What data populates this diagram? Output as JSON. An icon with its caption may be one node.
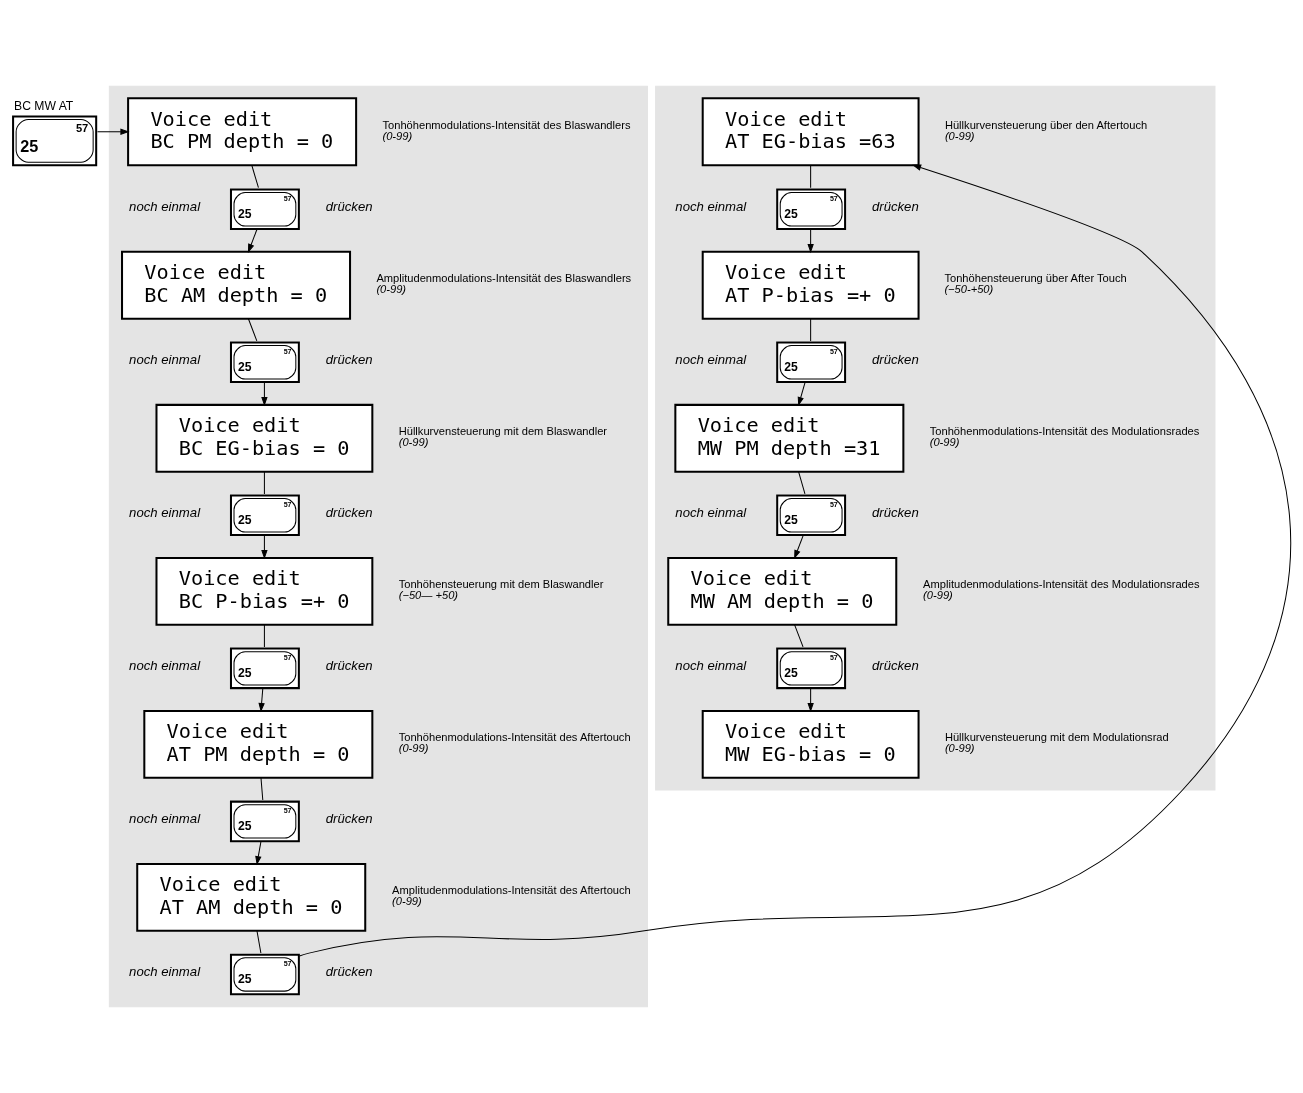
{
  "diagram": {
    "nodes": [
      {
        "text": [
          "BC MW AT",
          "57",
          "25"
        ]
      },
      {
        "text": [],
        "shape": "band"
      },
      {
        "text": [
          "Voice edit",
          "BC PM depth = 0"
        ],
        "in": 1,
        "beside": [
          "Tonhöhenmodulations-Intensität des Blaswandlers",
          "(0-99)"
        ]
      },
      {
        "text": [
          "57",
          "25"
        ],
        "in": 1,
        "beside": [
          "noch einmal",
          "drücken"
        ]
      },
      {
        "text": [
          "Voice edit",
          "BC AM depth = 0"
        ],
        "in": 1,
        "beside": [
          "Amplitudenmodulations-Intensität des Blaswandlers",
          "(0-99)"
        ]
      },
      {
        "text": [
          "57",
          "25"
        ],
        "in": 1,
        "beside": [
          "noch einmal",
          "drücken"
        ]
      },
      {
        "text": [
          "Voice edit",
          "BC EG-bias = 0"
        ],
        "in": 1,
        "beside": [
          "Hüllkurvensteuerung mit dem Blaswandler",
          "(0-99)"
        ]
      },
      {
        "text": [
          "57",
          "25"
        ],
        "in": 1,
        "beside": [
          "noch einmal",
          "drücken"
        ]
      },
      {
        "text": [
          "Voice edit",
          "BC P-bias =+ 0"
        ],
        "in": 1,
        "beside": [
          "Tonhöhensteuerung mit dem Blaswandler",
          "(−50— +50)"
        ]
      },
      {
        "text": [
          "57",
          "25"
        ],
        "in": 1,
        "beside": [
          "noch einmal",
          "drücken"
        ]
      },
      {
        "text": [
          "Voice edit",
          "AT PM depth = 0"
        ],
        "in": 1,
        "beside": [
          "Tonhöhenmodulations-Intensität des Aftertouch",
          "(0-99)"
        ]
      },
      {
        "text": [
          "57",
          "25"
        ],
        "in": 1,
        "beside": [
          "noch einmal",
          "drücken"
        ]
      },
      {
        "text": [
          "Voice edit",
          "AT AM depth = 0"
        ],
        "in": 1,
        "beside": [
          "Amplitudenmodulations-Intensität des Aftertouch",
          "(0-99)"
        ]
      },
      {
        "text": [
          "57",
          "25"
        ],
        "in": 1,
        "beside": [
          "noch einmal",
          "drücken"
        ]
      },
      {
        "text": [],
        "shape": "band"
      },
      {
        "text": [
          "Voice edit",
          "AT EG-bias =63"
        ],
        "in": 14,
        "beside": [
          "Hüllkurvensteuerung über den Aftertouch",
          "(0-99)"
        ]
      },
      {
        "text": [
          "57",
          "25"
        ],
        "in": 14,
        "beside": [
          "noch einmal",
          "drücken"
        ]
      },
      {
        "text": [
          "Voice edit",
          "AT P-bias =+ 0"
        ],
        "in": 14,
        "beside": [
          "Tonhöhensteuerung über After Touch",
          "(−50-+50)"
        ]
      },
      {
        "text": [
          "57",
          "25"
        ],
        "in": 14,
        "beside": [
          "noch einmal",
          "drücken"
        ]
      },
      {
        "text": [
          "Voice edit",
          "MW PM depth =31"
        ],
        "in": 14,
        "beside": [
          "Tonhöhenmodulations-Intensität des Modulationsrades",
          "(0-99)"
        ]
      },
      {
        "text": [
          "57",
          "25"
        ],
        "in": 14,
        "beside": [
          "noch einmal",
          "drücken"
        ]
      },
      {
        "text": [
          "Voice edit",
          "MW AM depth = 0"
        ],
        "in": 14,
        "beside": [
          "Amplitudenmodulations-Intensität des Modulationsrades",
          "(0-99)"
        ]
      },
      {
        "text": [
          "57",
          "25"
        ],
        "in": 14,
        "beside": [
          "noch einmal",
          "drücken"
        ]
      },
      {
        "text": [
          "Voice edit",
          "MW EG-bias = 0"
        ],
        "in": 14,
        "beside": [
          "Hüllkurvensteuerung mit dem Modulationsrad",
          "(0-99)"
        ]
      }
    ],
    "edges": [
      {
        "from": 0,
        "to": 2,
        "arrow": "to"
      },
      {
        "from": 2,
        "to": 3,
        "arrow": "none"
      },
      {
        "from": 3,
        "to": 4,
        "arrow": "to"
      },
      {
        "from": 4,
        "to": 5,
        "arrow": "none"
      },
      {
        "from": 5,
        "to": 6,
        "arrow": "to"
      },
      {
        "from": 6,
        "to": 7,
        "arrow": "none"
      },
      {
        "from": 7,
        "to": 8,
        "arrow": "to"
      },
      {
        "from": 8,
        "to": 9,
        "arrow": "none"
      },
      {
        "from": 9,
        "to": 10,
        "arrow": "to"
      },
      {
        "from": 10,
        "to": 11,
        "arrow": "none"
      },
      {
        "from": 11,
        "to": 12,
        "arrow": "to"
      },
      {
        "from": 12,
        "to": 13,
        "arrow": "none"
      },
      {
        "from": 13,
        "to": 15,
        "arrow": "to"
      },
      {
        "from": 15,
        "to": 16,
        "arrow": "none"
      },
      {
        "from": 16,
        "to": 17,
        "arrow": "to"
      },
      {
        "from": 17,
        "to": 18,
        "arrow": "none"
      },
      {
        "from": 18,
        "to": 19,
        "arrow": "to"
      },
      {
        "from": 19,
        "to": 20,
        "arrow": "none"
      },
      {
        "from": 20,
        "to": 21,
        "arrow": "to"
      },
      {
        "from": 21,
        "to": 22,
        "arrow": "none"
      },
      {
        "from": 22,
        "to": 23,
        "arrow": "to"
      }
    ]
  }
}
